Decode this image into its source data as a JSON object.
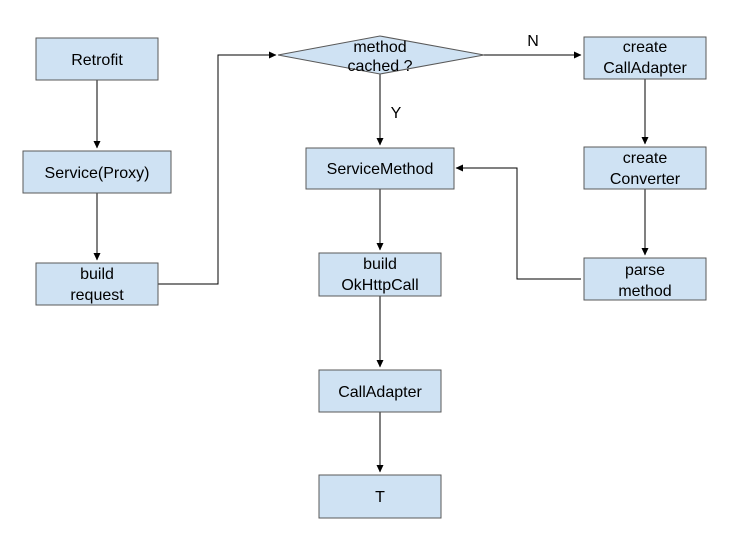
{
  "colors": {
    "node_fill": "#cfe2f3",
    "node_stroke": "#595959",
    "edge": "#000000",
    "text": "#000000"
  },
  "nodes": {
    "retrofit": [
      "Retrofit"
    ],
    "service_proxy": [
      "Service(Proxy)"
    ],
    "build_request": [
      "build",
      "request"
    ],
    "method_cached": [
      "method",
      "cached ?"
    ],
    "service_method": [
      "ServiceMethod"
    ],
    "build_okhttpcall": [
      "build",
      "OkHttpCall"
    ],
    "call_adapter": [
      "CallAdapter"
    ],
    "t": [
      "T"
    ],
    "create_call_adapter": [
      "create",
      "CallAdapter"
    ],
    "create_converter": [
      "create",
      "Converter"
    ],
    "parse_method": [
      "parse",
      "method"
    ]
  },
  "edge_labels": {
    "no": "N",
    "yes": "Y"
  }
}
